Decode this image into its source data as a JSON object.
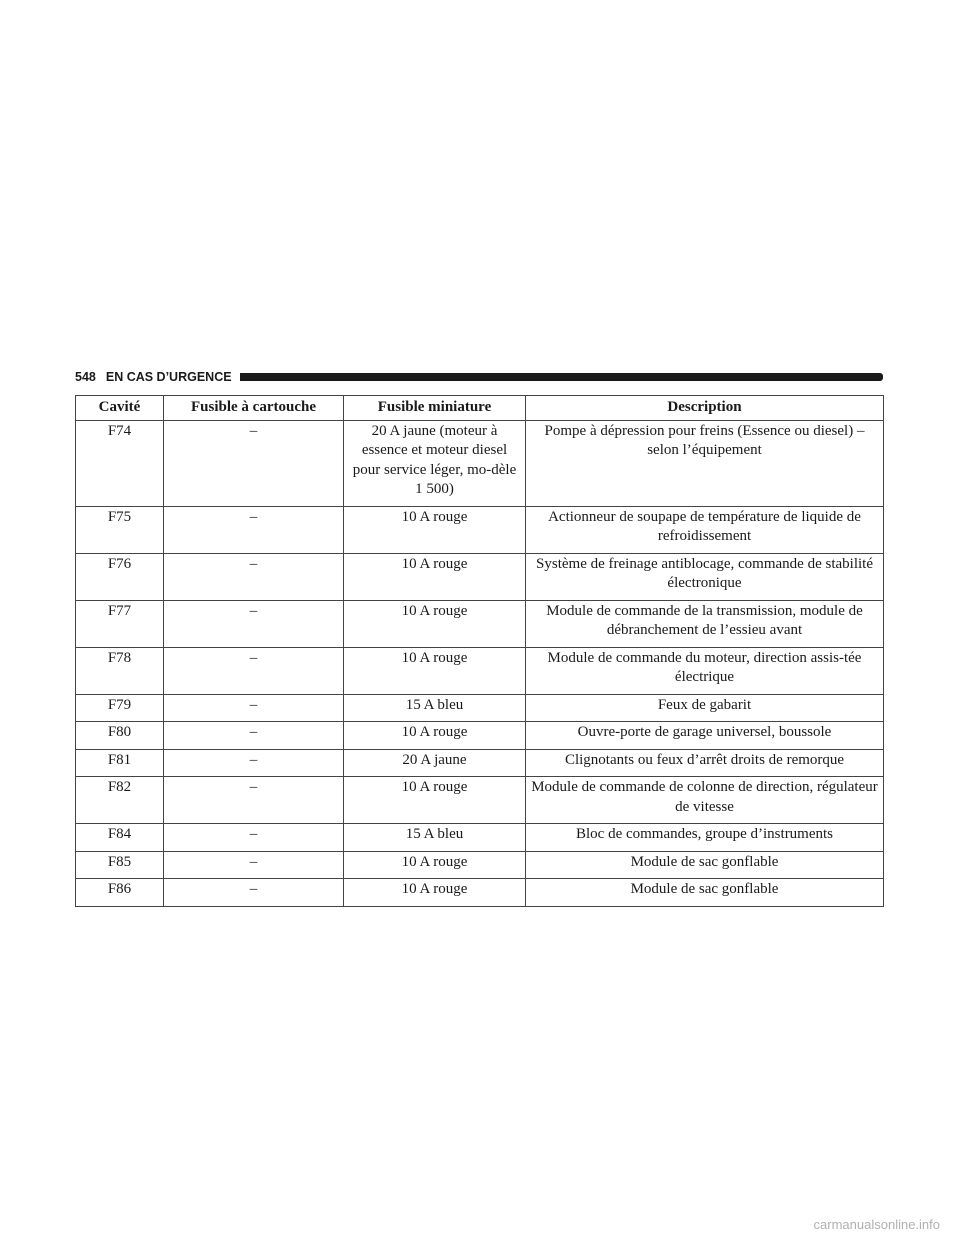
{
  "header": {
    "page_number": "548",
    "section": "EN CAS D’URGENCE"
  },
  "table": {
    "columns": [
      "Cavité",
      "Fusible à cartouche",
      "Fusible miniature",
      "Description"
    ],
    "rows": [
      [
        "F74",
        "–",
        "20 A jaune (moteur à essence et moteur diesel pour service léger, mo-dèle 1 500)",
        "Pompe à dépression pour freins (Essence ou diesel) – selon l’équipement"
      ],
      [
        "F75",
        "–",
        "10 A rouge",
        "Actionneur de soupape de température de liquide de refroidissement"
      ],
      [
        "F76",
        "–",
        "10 A rouge",
        "Système de freinage antiblocage, commande de stabilité électronique"
      ],
      [
        "F77",
        "–",
        "10 A rouge",
        "Module de commande de la transmission, module de débranchement de l’essieu avant"
      ],
      [
        "F78",
        "–",
        "10 A rouge",
        "Module de commande du moteur, direction assis-tée électrique"
      ],
      [
        "F79",
        "–",
        "15 A bleu",
        "Feux de gabarit"
      ],
      [
        "F80",
        "–",
        "10 A rouge",
        "Ouvre-porte de garage universel, boussole"
      ],
      [
        "F81",
        "–",
        "20 A jaune",
        "Clignotants ou feux d’arrêt droits de remorque"
      ],
      [
        "F82",
        "–",
        "10 A rouge",
        "Module de commande de colonne de direction, régulateur de vitesse"
      ],
      [
        "F84",
        "–",
        "15 A bleu",
        "Bloc de commandes, groupe d’instruments"
      ],
      [
        "F85",
        "–",
        "10 A rouge",
        "Module de sac gonflable"
      ],
      [
        "F86",
        "–",
        "10 A rouge",
        "Module de sac gonflable"
      ]
    ]
  },
  "footer": {
    "watermark": "carmanualsonline.info"
  }
}
